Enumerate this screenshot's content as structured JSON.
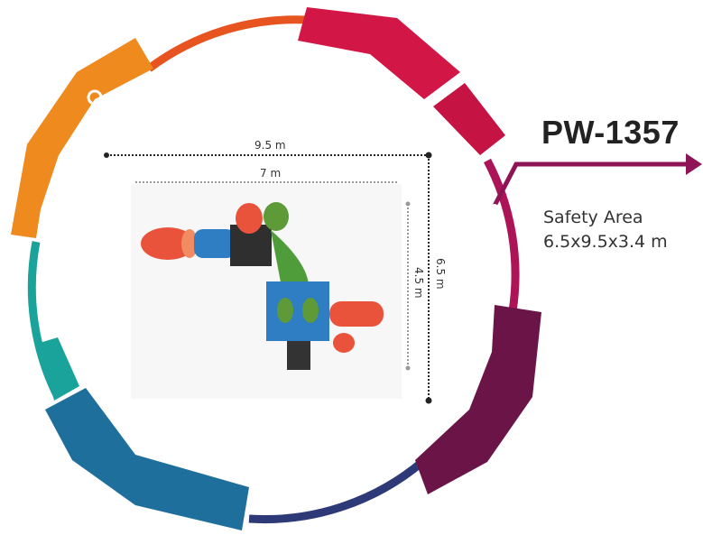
{
  "product": {
    "model": "PW-1357",
    "safety_label": "Safety Area",
    "safety_value": "6.5x9.5x3.4 m"
  },
  "dimensions": {
    "outer_width": "9.5 m",
    "inner_width": "7 m",
    "outer_depth": "6.5 m",
    "inner_depth": "4.5 m"
  },
  "colors": {
    "orange": "#ef8a1f",
    "red_orange": "#e7541f",
    "crimson": "#d21746",
    "magenta": "#ad1457",
    "plum": "#6a1448",
    "navy": "#2e3a78",
    "teal_blue": "#1f6f9c",
    "teal": "#1aa39a",
    "arrow": "#8e1456"
  },
  "icons": [
    "ring-handle-icon",
    "arrow-right-icon",
    "playground-model-icon"
  ]
}
